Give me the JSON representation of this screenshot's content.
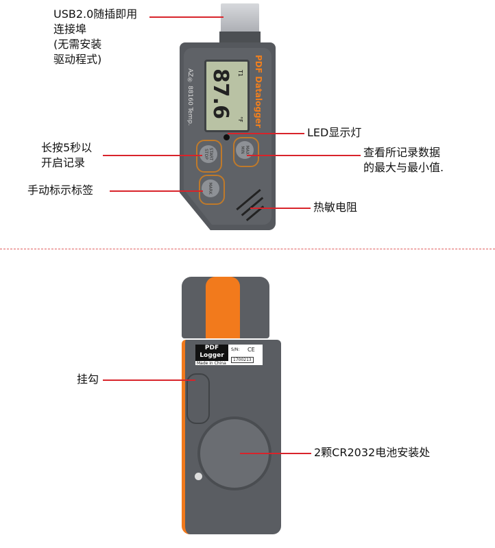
{
  "callouts": {
    "usb": [
      "USB2.0随插即用",
      "连接埠",
      "(无需安装",
      "驱动程式)"
    ],
    "led": "LED显示灯",
    "start": [
      "长按5秒以",
      "开启记录"
    ],
    "maxmin": [
      "查看所记录数据",
      "的最大与最小值."
    ],
    "mark": "手动标示标签",
    "thermistor": "热敏电阻",
    "hook": "挂勾",
    "battery": "2颗CR2032电池安装处"
  },
  "device_front": {
    "logo": "AZ® 88160 Temp.",
    "brand": "PDF Datalogger",
    "lcd_channel": "T1",
    "lcd_value": "87.6",
    "lcd_unit": "°F",
    "buttons": [
      "START STOP",
      "MAX MIN",
      "MARK"
    ]
  },
  "device_back": {
    "sticker_title": [
      "PDF",
      "Logger"
    ],
    "made_in": "Made in China",
    "sn_label": "S/N:",
    "marks": "CE",
    "serial": "1700213"
  },
  "colors": {
    "accent": "#f27a1c",
    "callout_line": "#d8232a"
  }
}
